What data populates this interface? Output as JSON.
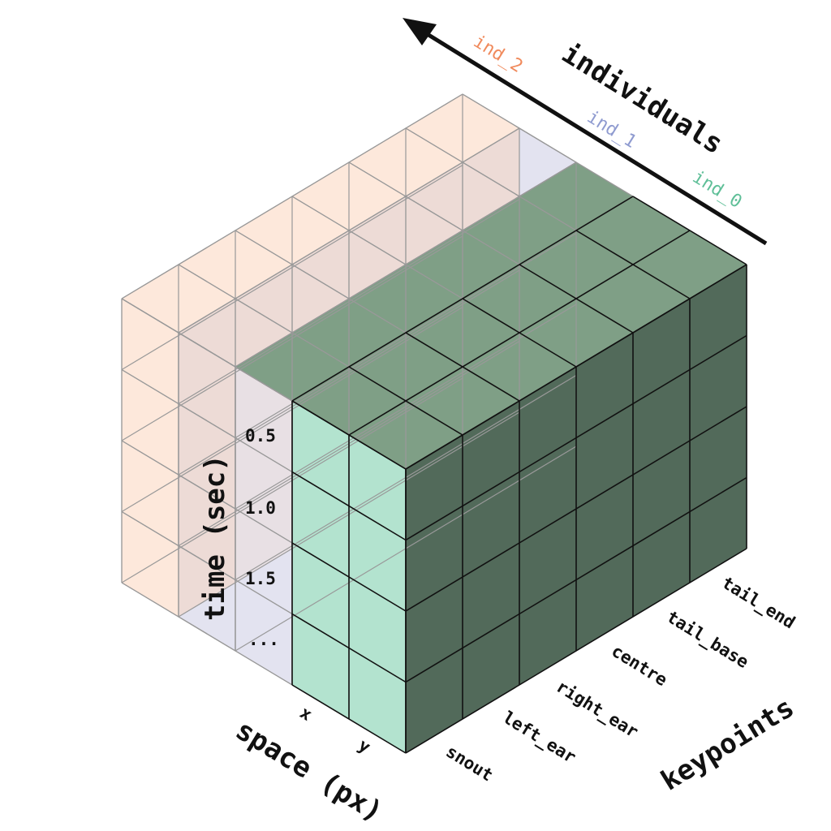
{
  "axes": {
    "individuals": "individuals",
    "keypoints": "keypoints",
    "time": "time (sec)",
    "space": "space (px)"
  },
  "individuals": [
    {
      "label": "ind_0",
      "color": "#5fbf98"
    },
    {
      "label": "ind_1",
      "color": "#8f9bd0"
    },
    {
      "label": "ind_2",
      "color": "#f08a5c"
    }
  ],
  "keypoints": [
    "snout",
    "left_ear",
    "right_ear",
    "centre",
    "tail_base",
    "tail_end"
  ],
  "time_ticks": [
    "0.5",
    "1.0",
    "1.5",
    "..."
  ],
  "space_ticks": [
    "x",
    "y"
  ],
  "colors": {
    "ind0_front": "#b3e3cf",
    "ind0_side": "#526a5a",
    "ind0_top": "#7f9f86",
    "ind1_fill": "#e3e3f0",
    "ind2_fill": "#fde8db",
    "ind2_shade": "#efd9d1",
    "line_dark": "#111111",
    "line_light": "#999999"
  }
}
